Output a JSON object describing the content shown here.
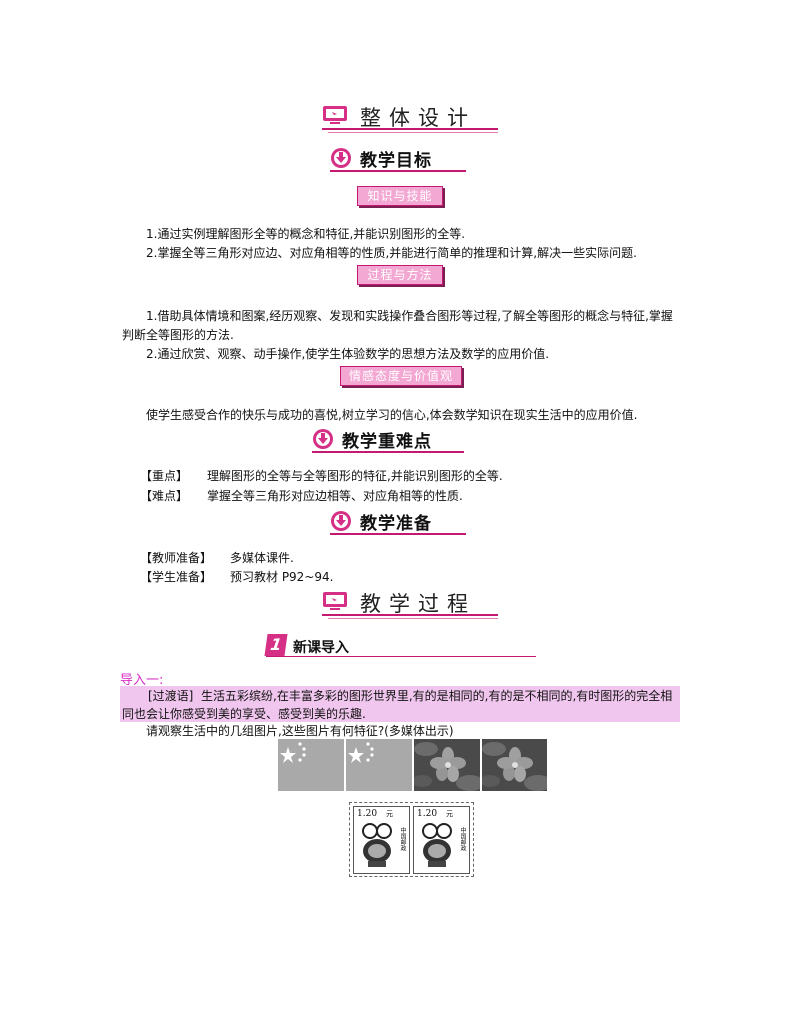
{
  "sections": {
    "overall_design": "整体设计",
    "teaching_process": "教学过程"
  },
  "subheaders": {
    "objectives": "教学目标",
    "key_points": "教学重难点",
    "preparation": "教学准备"
  },
  "labels": {
    "knowledge": "知识与技能",
    "process": "过程与方法",
    "emotion": "情感态度与价值观"
  },
  "knowledge_items": [
    "1.通过实例理解图形全等的概念和特征,并能识别图形的全等.",
    "2.掌握全等三角形对应边、对应角相等的性质,并能进行简单的推理和计算,解决一些实际问题."
  ],
  "process_items": [
    "1.借助具体情境和图案,经历观察、发现和实践操作叠合图形等过程,了解全等图形的概念与特征,掌握",
    "判断全等图形的方法.",
    "2.通过欣赏、观察、动手操作,使学生体验数学的思想方法及数学的应用价值."
  ],
  "emotion_text": "使学生感受合作的快乐与成功的喜悦,树立学习的信心,体会数学知识在现实生活中的应用价值.",
  "key": {
    "focus_label": "【重点】",
    "focus_text": "理解图形的全等与全等图形的特征,并能识别图形的全等.",
    "difficulty_label": "【难点】",
    "difficulty_text": "掌握全等三角形对应边相等、对应角相等的性质."
  },
  "prep": {
    "teacher_label": "【教师准备】",
    "teacher_text": "多媒体课件.",
    "student_label": "【学生准备】",
    "student_text": "预习教材 P92~94."
  },
  "step": {
    "number": "1",
    "title": "新课导入"
  },
  "intro": {
    "heading": "导入一:",
    "transition_label": "[过渡语]",
    "transition_text": "生活五彩缤纷,在丰富多彩的图形世界里,有的是相同的,有的是不相同的,有时图形的完全相",
    "transition_text2": "同也会让你感受到美的享受、感受到美的乐趣.",
    "prompt": "请观察生活中的几组图片,这些图片有何特征?(多媒体出示)"
  },
  "stamp": {
    "value": "1.20",
    "unit": "元",
    "country": "中国邮政"
  },
  "colors": {
    "accent": "#c41873",
    "pink_fill": "#f3a8d3",
    "band": "#f1c6ee",
    "intro_heading": "#d62fc8"
  }
}
